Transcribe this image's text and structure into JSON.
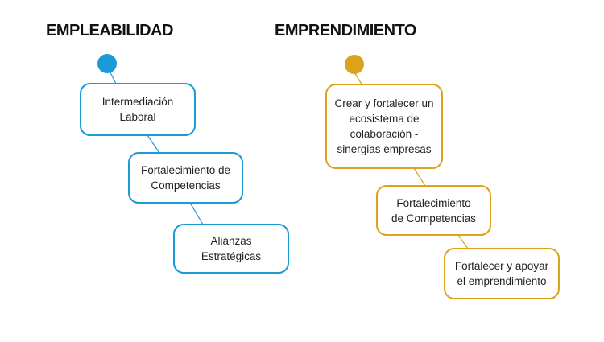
{
  "colors": {
    "empleabilidad": "#1a9ad6",
    "emprendimiento": "#dba21a"
  },
  "columns": {
    "empleabilidad": {
      "title": "EMPLEABILIDAD",
      "items": [
        [
          "Intermediación",
          "Laboral"
        ],
        [
          "Fortalecimiento de",
          "Competencias"
        ],
        [
          "Alianzas Estratégicas"
        ]
      ]
    },
    "emprendimiento": {
      "title": "EMPRENDIMIENTO",
      "items": [
        [
          "Crear y fortalecer un",
          "ecosistema de",
          "colaboración -",
          "sinergias empresas"
        ],
        [
          "Fortalecimiento",
          "de Competencias"
        ],
        [
          "Fortalecer y apoyar",
          "el emprendimiento"
        ]
      ]
    }
  }
}
